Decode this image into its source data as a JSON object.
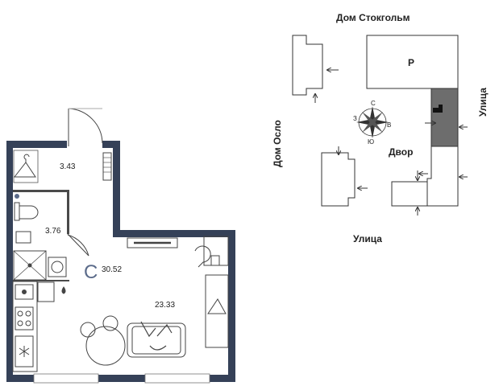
{
  "floorplan": {
    "rooms": {
      "wardrobe_area": "3.43",
      "bathroom_area": "3.76",
      "living_area": "23.33"
    },
    "apartment": {
      "type_letter": "С",
      "total_area": "30.52"
    }
  },
  "siteplan": {
    "top_label": "Дом Стокгольм",
    "left_label": "Дом Осло",
    "right_label": "Улица",
    "bottom_label": "Улица",
    "yard_label": "Двор",
    "parking_label": "Р",
    "compass": {
      "n": "С",
      "s": "Ю",
      "w": "З",
      "e": "В"
    }
  },
  "colors": {
    "wall": "#354158",
    "line": "#333333",
    "highlight": "#6d6d6d",
    "accent": "#5b6b8a"
  }
}
